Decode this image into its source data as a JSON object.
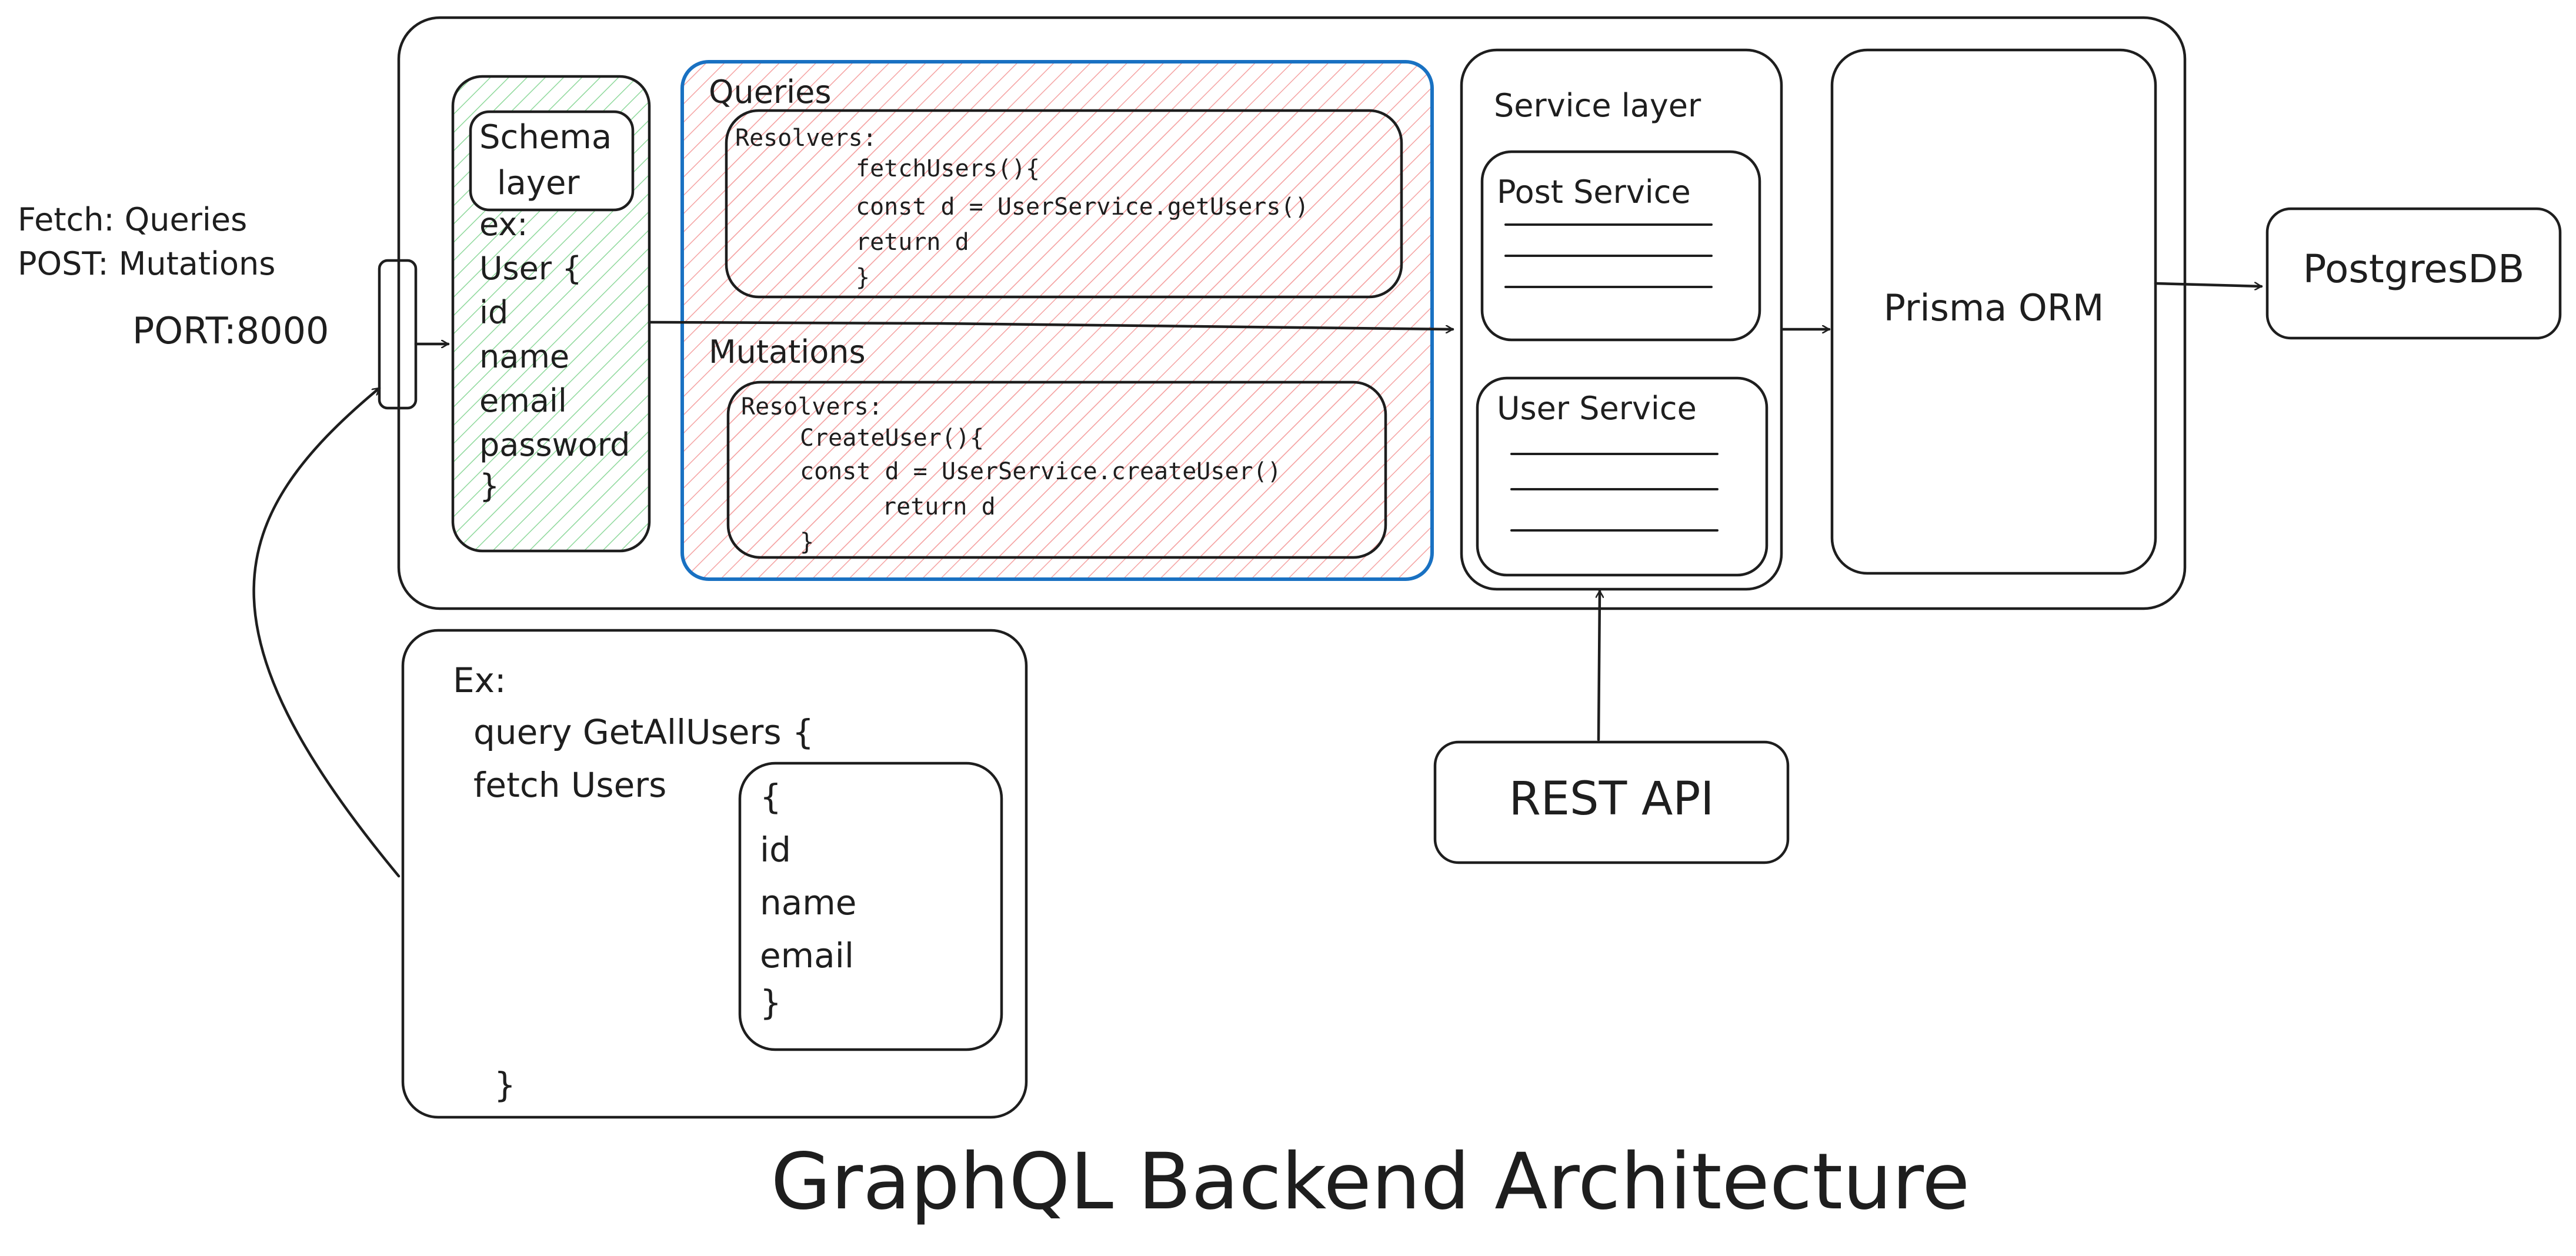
{
  "title": "GraphQL Backend Architecture",
  "client": {
    "line1": "Fetch: Queries",
    "line2": "POST: Mutations",
    "port": "PORT:8000"
  },
  "schema": {
    "label_line1": "Schema",
    "label_line2": "layer",
    "lines": [
      "ex:",
      "User {",
      "id",
      "name",
      "email",
      "password",
      "}"
    ]
  },
  "queries": {
    "title": "Queries",
    "lines": [
      "Resolvers:",
      "fetchUsers(){",
      "const d = UserService.getUsers()",
      "return d",
      "}"
    ]
  },
  "mutations": {
    "title": "Mutations",
    "lines": [
      "Resolvers:",
      "CreateUser(){",
      "const d = UserService.createUser()",
      "return d",
      "}"
    ]
  },
  "service_layer": {
    "title": "Service layer",
    "post_service": "Post Service",
    "user_service": "User Service"
  },
  "prisma": "Prisma ORM",
  "postgres": "PostgresDB",
  "rest_api": "REST API",
  "example": {
    "lines": [
      "Ex:",
      "query GetAllUsers {",
      "fetch Users"
    ],
    "inner_lines": [
      "{",
      "id",
      "name",
      "email",
      "}"
    ],
    "closing": "}"
  },
  "colors": {
    "stroke": "#1e1e1e",
    "schema_hatch": "#b2f2bb",
    "resolver_hatch": "#ffc9c9",
    "resolver_border": "#1971c2"
  }
}
